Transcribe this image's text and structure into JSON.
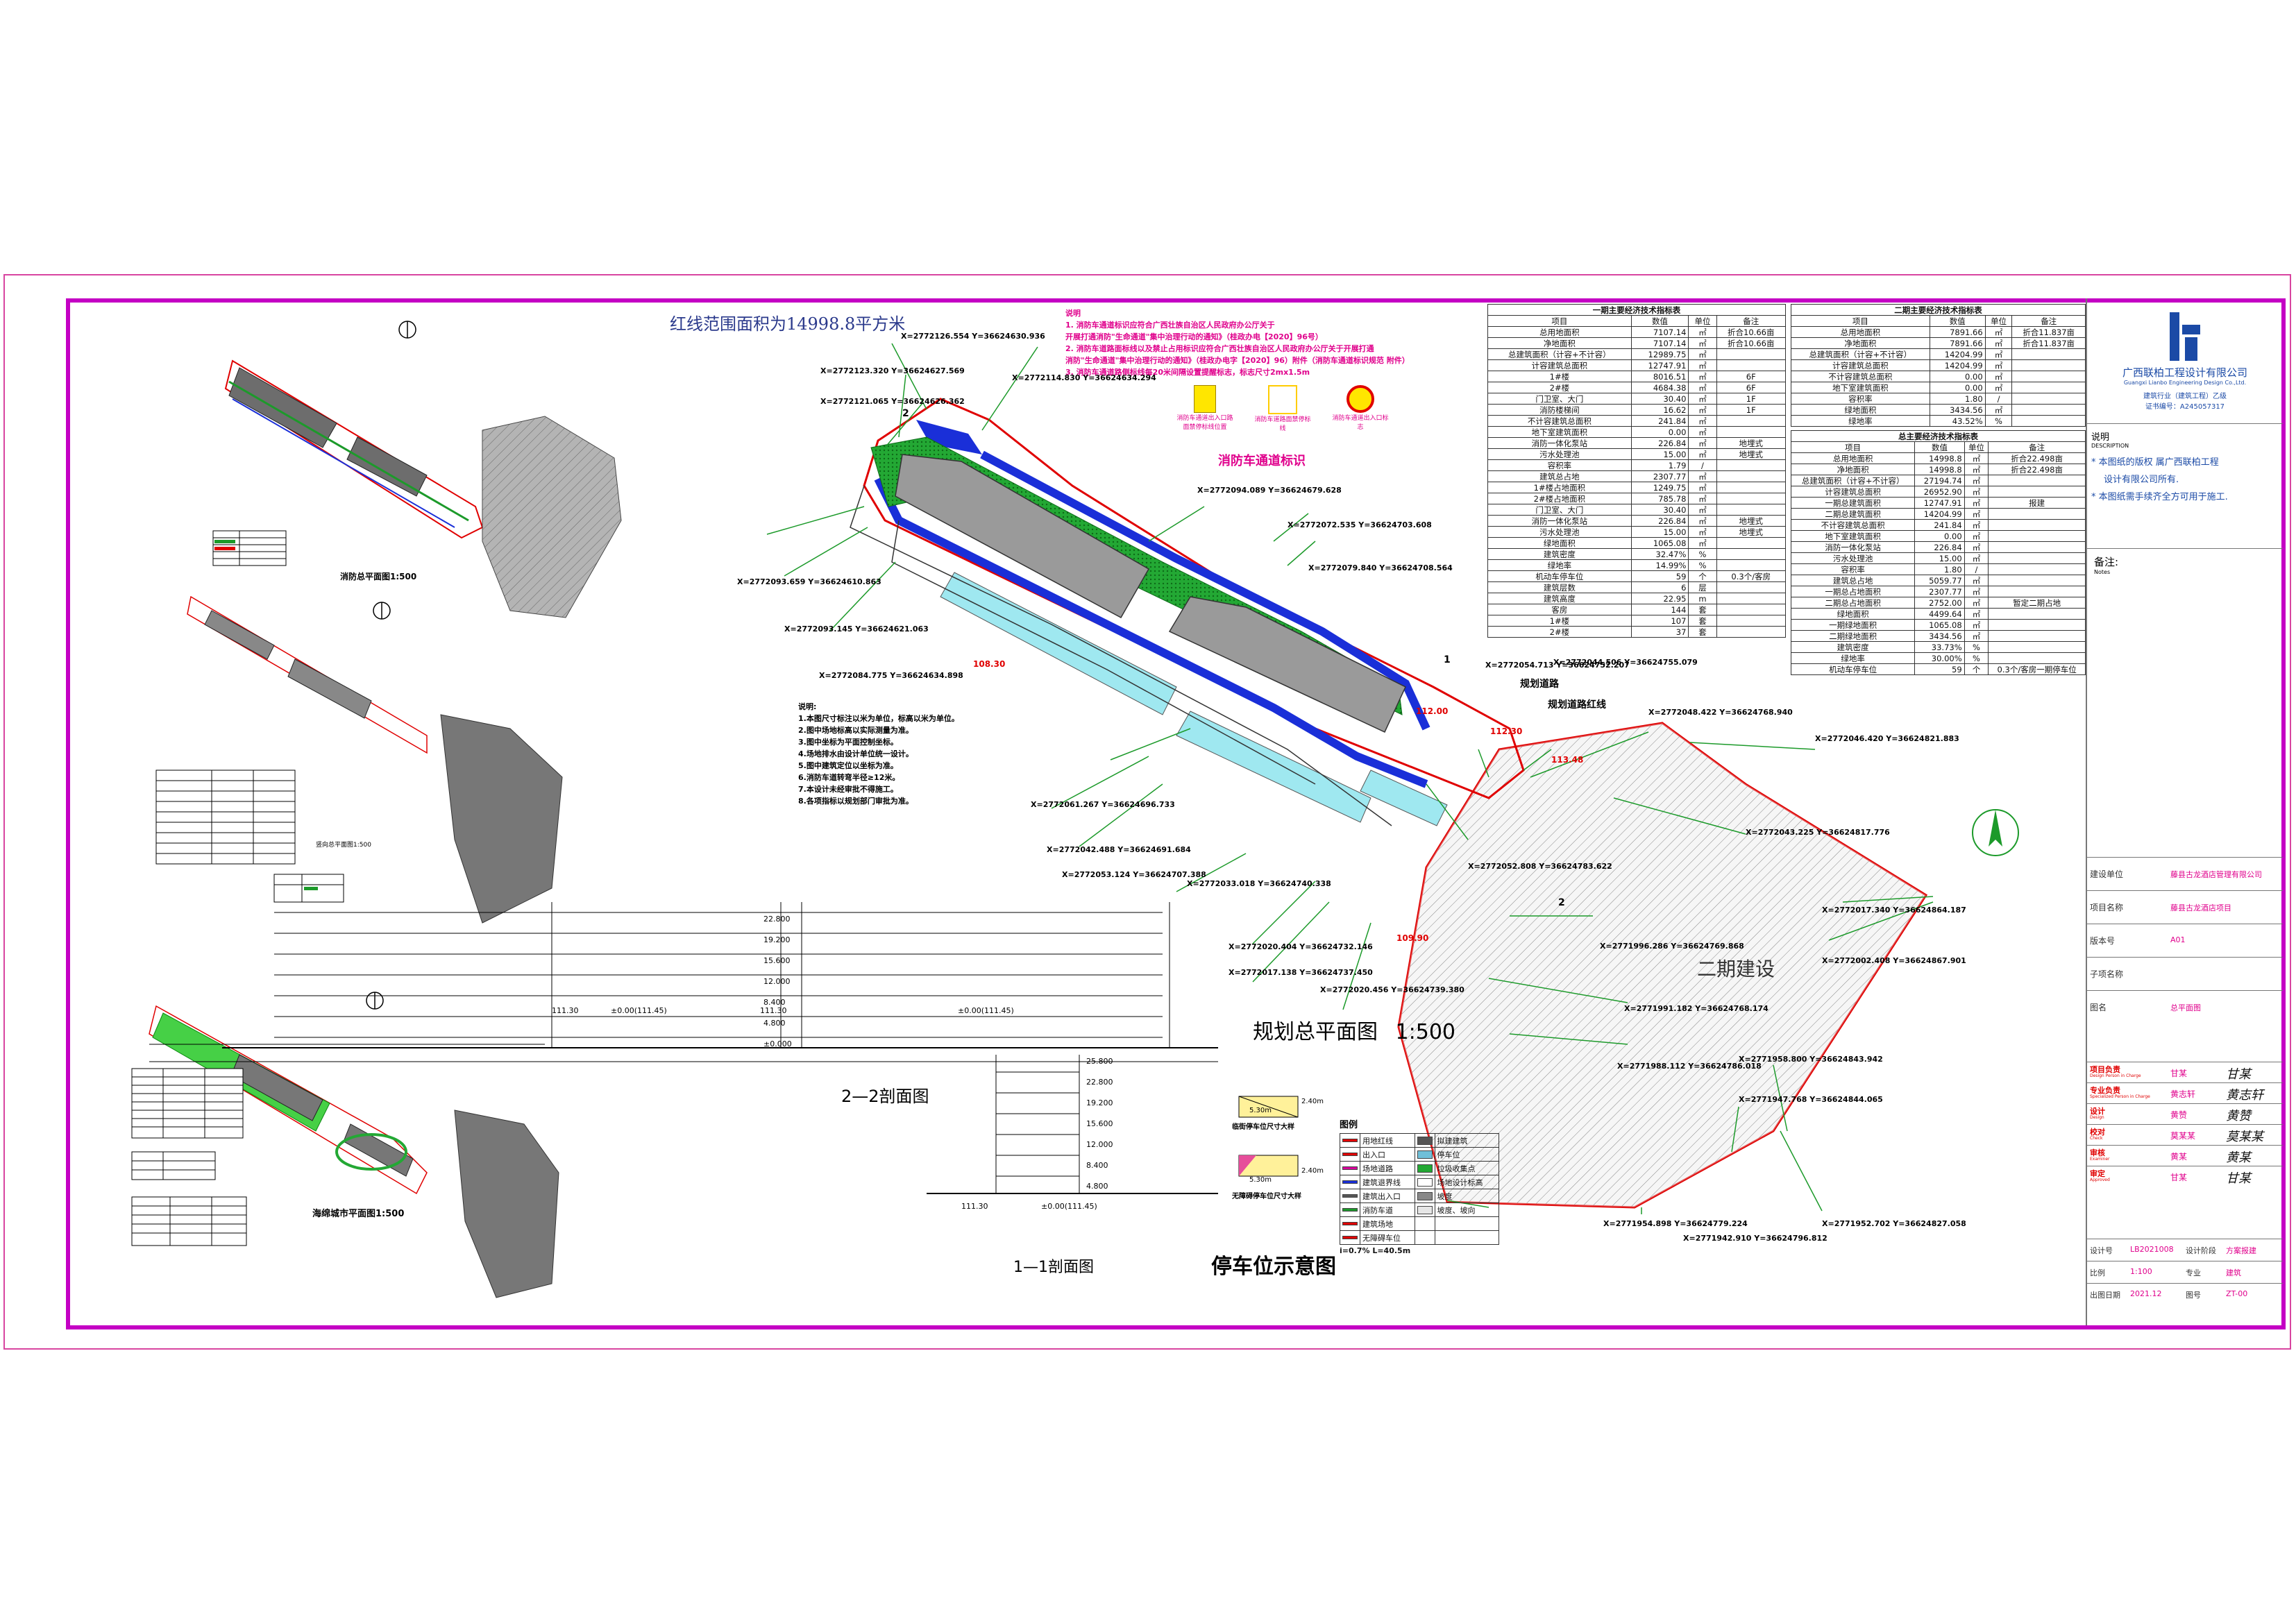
{
  "red_line_area": "红线范围面积为14998.8平方米",
  "fire_notes": {
    "heading": "说明",
    "lines": [
      "1. 消防车通道标识应符合广西壮族自治区人民政府办公厅关于",
      "开展打通消防\"生命通道\"集中治理行动的通知》（桂政办电【2020】96号）",
      "2. 消防车道路面标线以及禁止占用标识应符合广西壮族自治区人民政府办公厅关于开展打通",
      "消防\"生命通道\"集中治理行动的通知》（桂政办电字【2020】96）附件（消防车通道标识规范 附件）",
      "3. 消防车通道路侧标线每20米间隔设置提醒标志，标志尺寸2mx1.5m"
    ],
    "sign_caption": "消防车通道标识",
    "sign_labels": [
      "消防车通道出入口路面禁停标线位置",
      "消防车道路面禁停标线",
      "消防车通道出入口标志"
    ]
  },
  "phase1_table": {
    "title": "一期主要经济技术指标表",
    "header": [
      "项目",
      "数值",
      "单位",
      "备注"
    ],
    "rows": [
      [
        "总用地面积",
        "7107.14",
        "㎡",
        "折合10.66亩"
      ],
      [
        "净地面积",
        "7107.14",
        "㎡",
        "折合10.66亩"
      ],
      [
        "总建筑面积（计容+不计容）",
        "12989.75",
        "㎡",
        ""
      ],
      [
        "计容建筑总面积",
        "12747.91",
        "㎡",
        ""
      ],
      [
        "1#楼",
        "8016.51",
        "㎡",
        "6F"
      ],
      [
        "2#楼",
        "4684.38",
        "㎡",
        "6F"
      ],
      [
        "门卫室、大门",
        "30.40",
        "㎡",
        "1F"
      ],
      [
        "消防楼梯间",
        "16.62",
        "㎡",
        "1F"
      ],
      [
        "不计容建筑总面积",
        "241.84",
        "㎡",
        ""
      ],
      [
        "地下室建筑面积",
        "0.00",
        "㎡",
        ""
      ],
      [
        "消防一体化泵站",
        "226.84",
        "㎡",
        "地埋式"
      ],
      [
        "污水处理池",
        "15.00",
        "㎡",
        "地埋式"
      ],
      [
        "容积率",
        "1.79",
        "/",
        ""
      ],
      [
        "建筑总占地",
        "2307.77",
        "㎡",
        ""
      ],
      [
        "1#楼占地面积",
        "1249.75",
        "㎡",
        ""
      ],
      [
        "2#楼占地面积",
        "785.78",
        "㎡",
        ""
      ],
      [
        "门卫室、大门",
        "30.40",
        "㎡",
        ""
      ],
      [
        "消防一体化泵站",
        "226.84",
        "㎡",
        "地埋式"
      ],
      [
        "污水处理池",
        "15.00",
        "㎡",
        "地埋式"
      ],
      [
        "绿地面积",
        "1065.08",
        "㎡",
        ""
      ],
      [
        "建筑密度",
        "32.47%",
        "%",
        ""
      ],
      [
        "绿地率",
        "14.99%",
        "%",
        ""
      ],
      [
        "机动车停车位",
        "59",
        "个",
        "0.3个/客房"
      ],
      [
        "建筑层数",
        "6",
        "层",
        ""
      ],
      [
        "建筑高度",
        "22.95",
        "m",
        ""
      ],
      [
        "客房",
        "144",
        "套",
        ""
      ],
      [
        "1#楼",
        "107",
        "套",
        ""
      ],
      [
        "2#楼",
        "37",
        "套",
        ""
      ]
    ]
  },
  "phase2_table": {
    "title": "二期主要经济技术指标表",
    "header": [
      "项目",
      "数值",
      "单位",
      "备注"
    ],
    "rows": [
      [
        "总用地面积",
        "7891.66",
        "㎡",
        "折合11.837亩"
      ],
      [
        "净地面积",
        "7891.66",
        "㎡",
        "折合11.837亩"
      ],
      [
        "总建筑面积（计容+不计容）",
        "14204.99",
        "㎡",
        ""
      ],
      [
        "计容建筑总面积",
        "14204.99",
        "㎡",
        ""
      ],
      [
        "不计容建筑总面积",
        "0.00",
        "㎡",
        ""
      ],
      [
        "地下室建筑面积",
        "0.00",
        "㎡",
        ""
      ],
      [
        "容积率",
        "1.80",
        "/",
        ""
      ],
      [
        "绿地面积",
        "3434.56",
        "㎡",
        ""
      ],
      [
        "绿地率",
        "43.52%",
        "%",
        ""
      ]
    ]
  },
  "total_table": {
    "title": "总主要经济技术指标表",
    "header": [
      "项目",
      "数值",
      "单位",
      "备注"
    ],
    "rows": [
      [
        "总用地面积",
        "14998.8",
        "㎡",
        "折合22.498亩"
      ],
      [
        "净地面积",
        "14998.8",
        "㎡",
        "折合22.498亩"
      ],
      [
        "总建筑面积（计容+不计容）",
        "27194.74",
        "㎡",
        ""
      ],
      [
        "计容建筑总面积",
        "26952.90",
        "㎡",
        ""
      ],
      [
        "一期总建筑面积",
        "12747.91",
        "㎡",
        "报建"
      ],
      [
        "二期总建筑面积",
        "14204.99",
        "㎡",
        ""
      ],
      [
        "不计容建筑总面积",
        "241.84",
        "㎡",
        ""
      ],
      [
        "地下室建筑面积",
        "0.00",
        "㎡",
        ""
      ],
      [
        "消防一体化泵站",
        "226.84",
        "㎡",
        ""
      ],
      [
        "污水处理池",
        "15.00",
        "㎡",
        ""
      ],
      [
        "容积率",
        "1.80",
        "/",
        ""
      ],
      [
        "建筑总占地",
        "5059.77",
        "㎡",
        ""
      ],
      [
        "一期总占地面积",
        "2307.77",
        "㎡",
        ""
      ],
      [
        "二期总占地面积",
        "2752.00",
        "㎡",
        "暂定二期占地"
      ],
      [
        "绿地面积",
        "4499.64",
        "㎡",
        ""
      ],
      [
        "一期绿地面积",
        "1065.08",
        "㎡",
        ""
      ],
      [
        "二期绿地面积",
        "3434.56",
        "㎡",
        ""
      ],
      [
        "建筑密度",
        "33.73%",
        "%",
        ""
      ],
      [
        "绿地率",
        "30.00%",
        "%",
        ""
      ],
      [
        "机动车停车位",
        "59",
        "个",
        "0.3个/客房一期停车位"
      ]
    ]
  },
  "title_block": {
    "company": "广西联柏工程设计有限公司",
    "company_en": "Guangxi Lianbo Engineering Design Co.,Ltd.",
    "cert_line1": "建筑行业（建筑工程）乙级",
    "cert_line2": "证书编号：A245057317",
    "description_label": "说明",
    "description_en": "DESCRIPTION",
    "desc_1": "* 本图纸的版权 属广西联柏工程",
    "desc_2": "设计有限公司所有.",
    "desc_3": "* 本图纸需手续齐全方可用于施工.",
    "remarks_label": "备注:",
    "remarks_en": "Notes",
    "fields": [
      {
        "label": "建设单位",
        "value": "藤县古龙酒店管理有限公司"
      },
      {
        "label": "项目名称",
        "value": "藤县古龙酒店项目"
      },
      {
        "label": "版本号",
        "value": "A01"
      },
      {
        "label": "子项名称",
        "value": ""
      },
      {
        "label": "图名",
        "value": "总平面图"
      }
    ],
    "roles": [
      {
        "label": "项目负责",
        "en": "Design Person in Charge",
        "name": "甘某"
      },
      {
        "label": "专业负责",
        "en": "Specialized Person in Charge",
        "name": "黄志轩"
      },
      {
        "label": "设计",
        "en": "Design",
        "name": "黄赞"
      },
      {
        "label": "校对",
        "en": "Check",
        "name": "莫某某"
      },
      {
        "label": "审核",
        "en": "Examiner",
        "name": "黄某"
      },
      {
        "label": "审定",
        "en": "Approved",
        "name": "甘某"
      }
    ],
    "bottom": [
      [
        "设计号",
        "LB2021008",
        "设计阶段",
        "方案报建"
      ],
      [
        "比例",
        "1:100",
        "专业",
        "建筑"
      ],
      [
        "出图日期",
        "2021.12",
        "图号",
        "ZT-00"
      ]
    ]
  },
  "main_plan": {
    "title": "规划总平面图",
    "scale": "1:500",
    "phase2_label": "二期建设",
    "planned_road": "规划道路",
    "planned_red_line": "规划道路红线",
    "notes_title": "说明:",
    "notes": [
      "1.本图尺寸标注以米为单位，标高以米为单位。",
      "2.图中场地标高以实际测量为准。",
      "3.图中坐标为平面控制坐标。",
      "4.场地排水由设计单位统一设计。",
      "5.图中建筑定位以坐标为准。",
      "6.消防车道转弯半径≥12米。",
      "7.本设计未经审批不得施工。",
      "8.各项指标以规划部门审批为准。"
    ],
    "elevations": [
      "108.30",
      "112.00",
      "113.48",
      "109.90",
      "112.30"
    ],
    "coords": [
      "X=2772126.554 Y=36624630.936",
      "X=2772114.830 Y=36624634.294",
      "X=2772123.320 Y=36624627.569",
      "X=2772121.065 Y=36624626.362",
      "X=2772094.089 Y=36624679.628",
      "X=2772072.535 Y=36624703.608",
      "X=2772079.840 Y=36624708.564",
      "X=2772093.659 Y=36624610.863",
      "X=2772093.145 Y=36624621.063",
      "X=2772084.775 Y=36624634.898",
      "X=2772054.713 Y=36624752.207",
      "X=2772044.506 Y=36624755.079",
      "X=2772048.422 Y=36624768.940",
      "X=2772046.420 Y=36624821.883",
      "X=2772043.225 Y=36624817.776",
      "X=2772061.267 Y=36624696.733",
      "X=2772042.488 Y=36624691.684",
      "X=2772053.124 Y=36624707.388",
      "X=2772033.018 Y=36624740.338",
      "X=2772052.808 Y=36624783.622",
      "X=2772017.340 Y=36624864.187",
      "X=2772002.408 Y=36624867.901",
      "X=2772020.404 Y=36624732.146",
      "X=2772017.138 Y=36624737.450",
      "X=2772020.456 Y=36624739.380",
      "X=2771996.286 Y=36624769.868",
      "X=2771991.182 Y=36624768.174",
      "X=2771988.112 Y=36624786.018",
      "X=2771958.800 Y=36624843.942",
      "X=2771947.768 Y=36624844.065",
      "X=2771954.898 Y=36624779.224",
      "X=2771942.910 Y=36624796.812",
      "X=2771952.702 Y=36624827.058"
    ]
  },
  "sub_plans": {
    "plan_a_title": "消防总平面图1:500",
    "plan_b_title": "竖向总平面图1:500",
    "plan_c_title": "海绵城市平面图1:500"
  },
  "section_2": {
    "title": "2—2剖面图",
    "levels": [
      "22.800",
      "19.200",
      "15.600",
      "12.000",
      "8.400",
      "4.800",
      "±0.000"
    ],
    "ground_left": "111.30",
    "ground_mid": "111.30",
    "span_left": "±0.00(111.45)",
    "span_right": "±0.00(111.45)"
  },
  "section_1": {
    "title": "1—1剖面图",
    "levels": [
      "25.800",
      "22.800",
      "19.200",
      "15.600",
      "12.000",
      "8.400",
      "4.800"
    ],
    "base": "±0.00(111.45)",
    "ground": "111.30"
  },
  "parking": {
    "title": "停车位示意图",
    "space1": "5.30m",
    "space1_w": "2.40m",
    "space1_label": "临街停车位尺寸大样",
    "space2": "5.30m",
    "space2_w": "2.40m",
    "space2_label": "无障碍停车位尺寸大样"
  },
  "legend": {
    "title": "图例",
    "items": [
      [
        "用地红线",
        "拟建建筑"
      ],
      [
        "出入口",
        "停车位"
      ],
      [
        "场地道路",
        "垃圾收集点"
      ],
      [
        "建筑退界线",
        "场地设计标高"
      ],
      [
        "建筑出入口",
        "坡度"
      ],
      [
        "消防车道",
        "坡度、坡向"
      ],
      [
        "建筑场地",
        ""
      ],
      [
        "无障碍车位",
        ""
      ]
    ],
    "slope_text": "i=0.7% L=40.5m"
  },
  "colors": {
    "frame": "#c400c4",
    "red_line": "#e00000",
    "green": "#1c9a2a",
    "fire_lane": "#1a2fd8",
    "building": "#9a9a9a",
    "cyan": "#9fe8f0",
    "magenta": "#e0008c"
  }
}
